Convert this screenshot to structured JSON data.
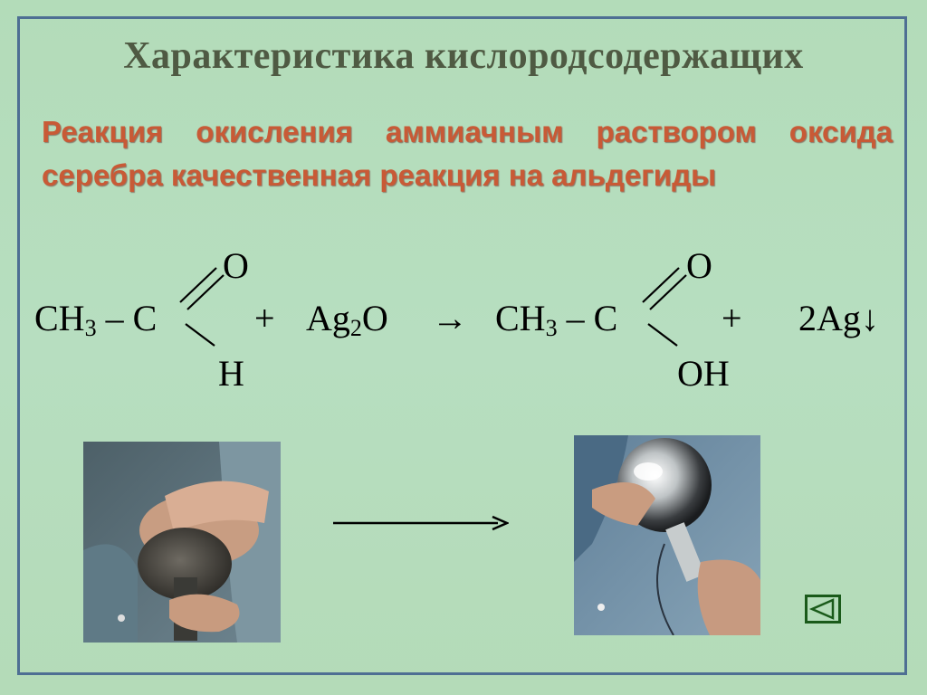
{
  "slide": {
    "title": "Характеристика кислородсодержащих",
    "subtitle": "Реакция окисления аммиачным раствором оксида серебра качественная реакция на альдегиды"
  },
  "equation": {
    "reactant1": {
      "left": "CH",
      "sub": "3",
      "right": " – C",
      "top": "O",
      "bottom": "H"
    },
    "plus1": "+",
    "reactant2": {
      "left": "Ag",
      "sub": "2",
      "right": "O"
    },
    "arrow": "→",
    "product1": {
      "left": "CH",
      "sub": "3",
      "right": " – C",
      "top": "O",
      "bottom": "OH"
    },
    "plus2": "+",
    "product2": "2Ag↓"
  },
  "icons": {
    "reaction_arrow": "long-right-arrow-icon",
    "back_button": "triangle-left-icon"
  },
  "colors": {
    "background": "#b7dec0",
    "frame": "#4e6f93",
    "title": "#4f5a43",
    "subtitle": "#c85a36",
    "nav": "#1a5a1a"
  }
}
